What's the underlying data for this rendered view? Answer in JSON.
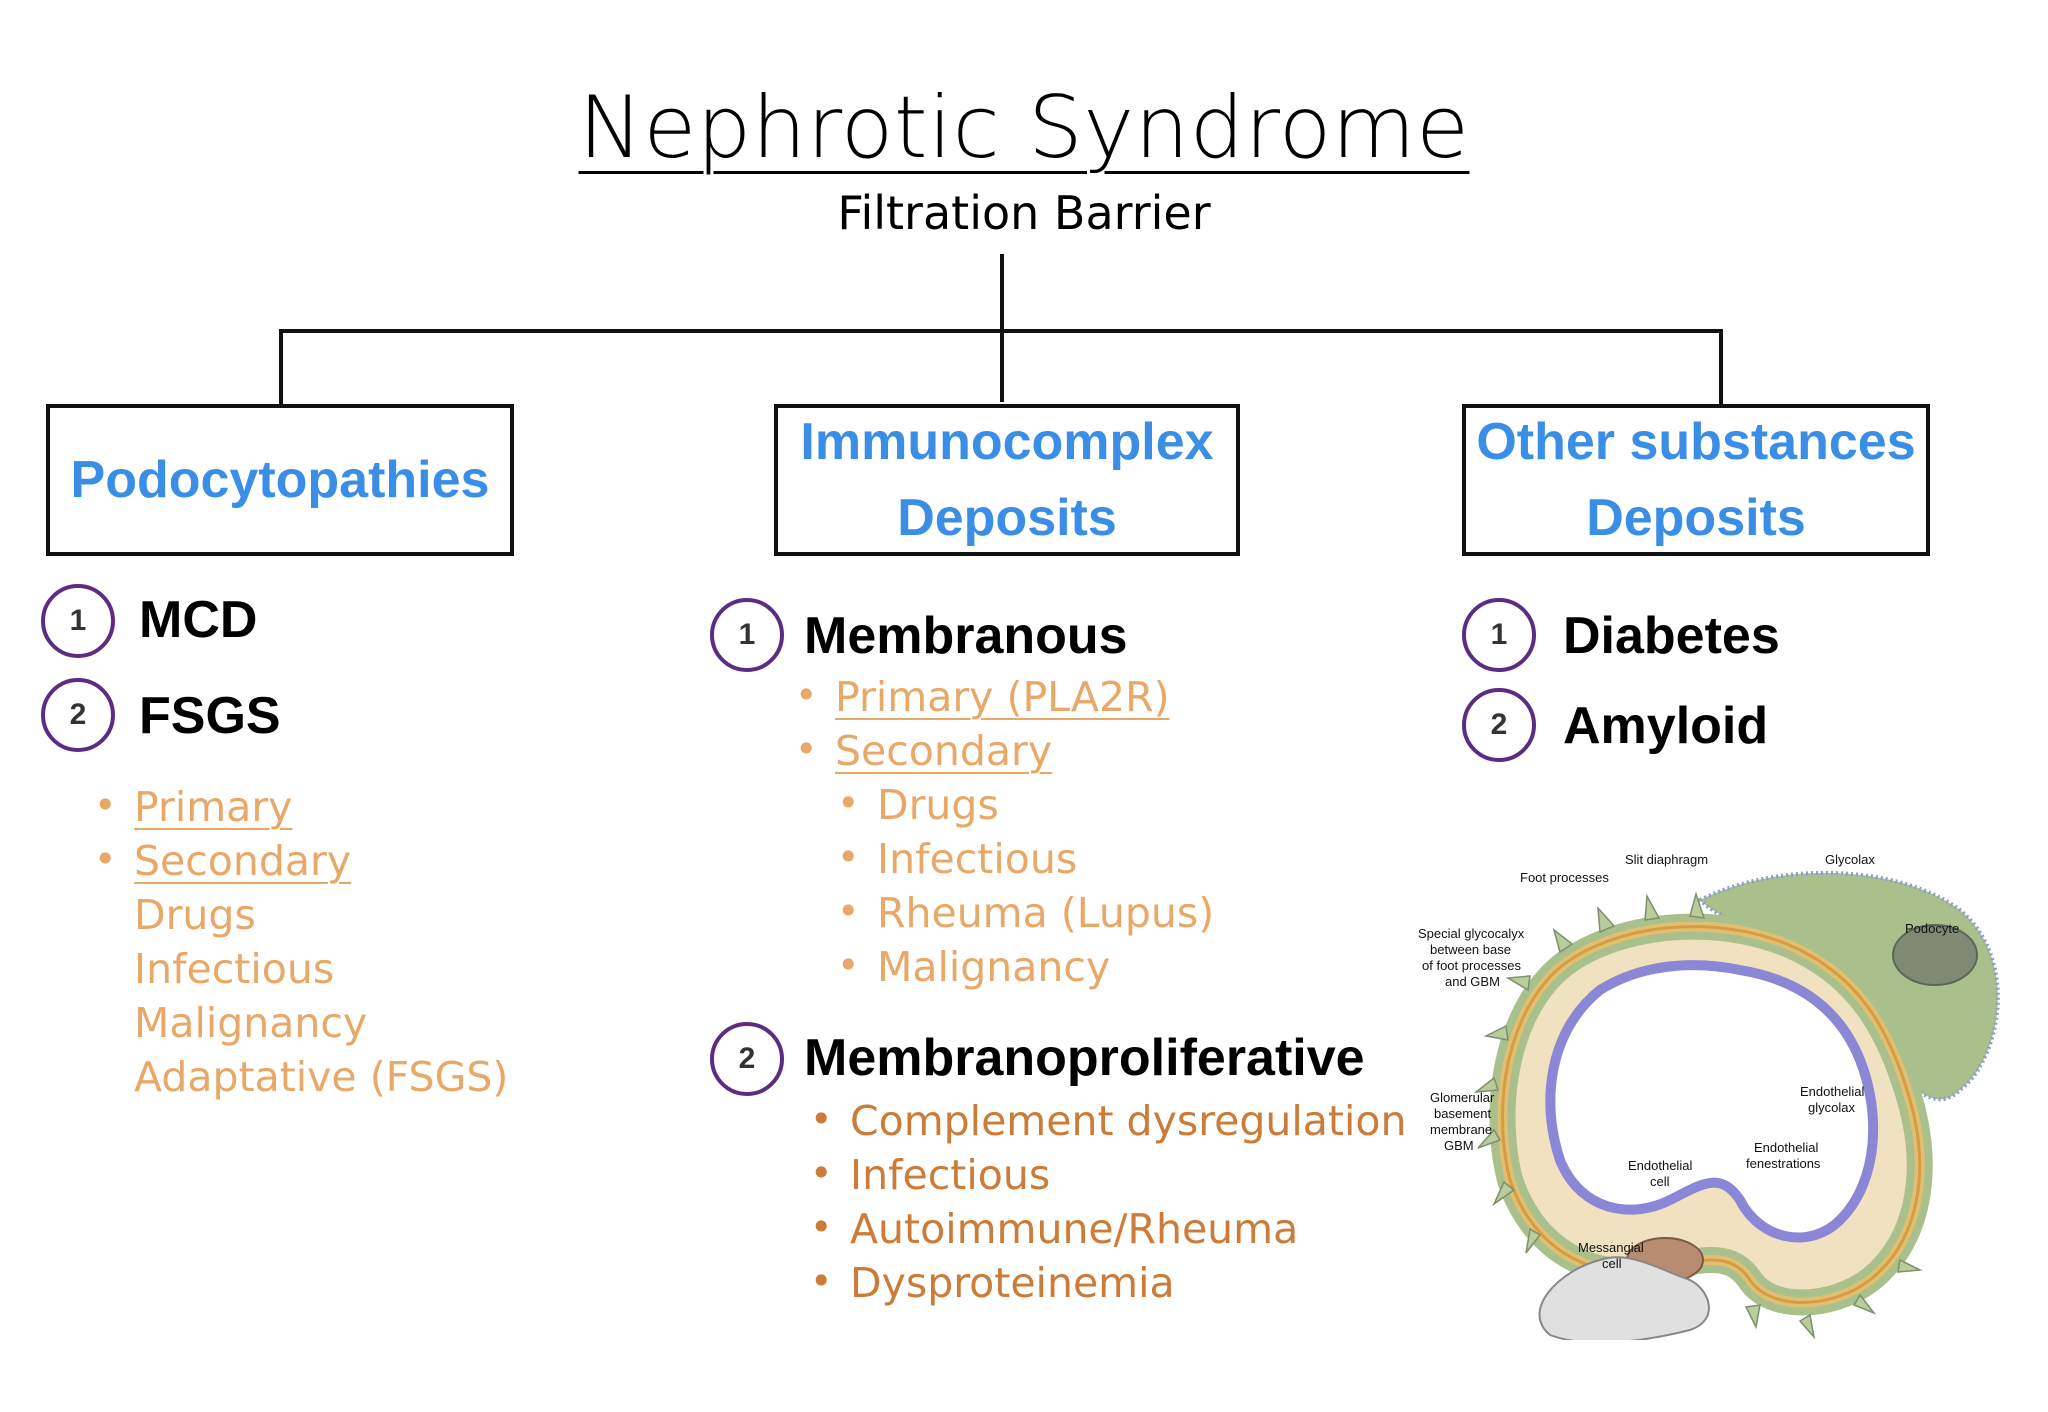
{
  "title": "Nephrotic Syndrome",
  "subtitle": "Filtration Barrier",
  "categories": [
    {
      "line1": "Podocytopathies",
      "line2": ""
    },
    {
      "line1": "Immunocomplex",
      "line2": "Deposits"
    },
    {
      "line1": "Other substances",
      "line2": "Deposits"
    }
  ],
  "podocytopathies": {
    "items": [
      {
        "num": "1",
        "label": "MCD"
      },
      {
        "num": "2",
        "label": "FSGS"
      }
    ],
    "fsgs_sub": [
      "Primary",
      "Secondary"
    ],
    "fsgs_secondary": [
      "Drugs",
      "Infectious",
      "Malignancy",
      "Adaptative (FSGS)"
    ]
  },
  "immunocomplex": {
    "membranous": {
      "num": "1",
      "label": "Membranous"
    },
    "membranous_sub": [
      "Primary (PLA2R)",
      "Secondary"
    ],
    "membranous_secondary": [
      "Drugs",
      "Infectious",
      "Rheuma (Lupus)",
      "Malignancy"
    ],
    "mpgn": {
      "num": "2",
      "label": "Membranoproliferative"
    },
    "mpgn_sub": [
      "Complement dysregulation",
      "Infectious",
      "Autoimmune/Rheuma",
      "Dysproteinemia"
    ]
  },
  "other": {
    "items": [
      {
        "num": "1",
        "label": "Diabetes"
      },
      {
        "num": "2",
        "label": "Amyloid"
      }
    ]
  },
  "illustration": {
    "labels": {
      "slit": "Slit diaphragm",
      "glycolax": "Glycolax",
      "foot": "Foot processes",
      "podocyte": "Podocyte",
      "special1": "Special glycocalyx",
      "special2": "between base",
      "special3": "of foot processes",
      "special4": "and GBM",
      "gbm1": "Glomerular",
      "gbm2": "basement",
      "gbm3": "membrane",
      "gbm4": "GBM",
      "endoglyco1": "Endothelial",
      "endoglyco2": "glycolax",
      "fen1": "Endothelial",
      "fen2": "fenestrations",
      "endocell1": "Endothelial",
      "endocell2": "cell",
      "mes1": "Messangial",
      "mes2": "cell"
    }
  },
  "colors": {
    "category": "#3a8ee6",
    "number_ring": "#5b2d82",
    "sub_light": "#e8a868",
    "sub_dark": "#cc7c38"
  }
}
